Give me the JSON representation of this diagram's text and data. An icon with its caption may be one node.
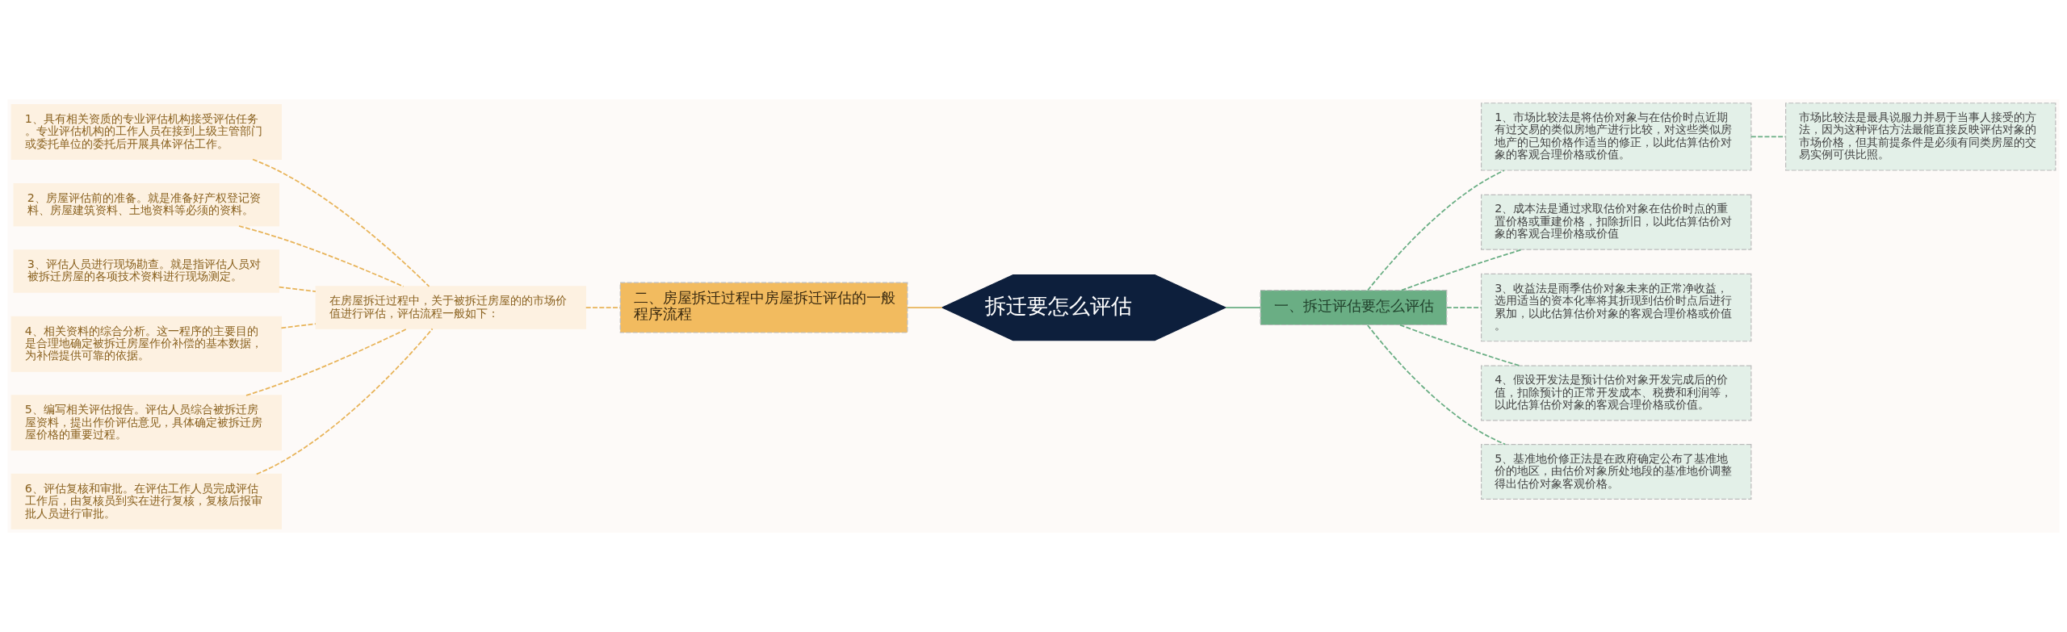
{
  "diagram": {
    "nodes": [
      {
        "text": [
          "拆迁要怎么评估"
        ]
      },
      {
        "text": [
          "一、拆迁评估要怎么评估"
        ]
      },
      {
        "text": [
          "1、市场比较法是将估价对象与在估价时点近期有过交易的类似房地产进行比较，对这些类似房地产的已知价格作适当的修正，以此估算估价对象的客观合理价格或价值。"
        ]
      },
      {
        "text": [
          "2、成本法是通过求取估价对象在估价时点的重置价格或重建价格，扣除折旧，以此估算估价对象的客观合理价格或价值"
        ]
      },
      {
        "text": [
          "3、收益法是雨季估价对象未来的正常净收益，选用适当的资本化率将其折现到估价时点后进行累加，以此估算估价对象的客观合理价格或价值。"
        ]
      },
      {
        "text": [
          "4、假设开发法是预计估价对象开发完成后的价值，扣除预计的正常开发成本、税费和利润等，以此估算估价对象的客观合理价格或价值。"
        ]
      },
      {
        "text": [
          "5、基准地价修正法是在政府确定公布了基准地价的地区，由估价对象所处地段的基准地价调整得出估价对象客观价格。"
        ]
      },
      {
        "text": [
          "市场比较法是最具说服力并易于当事人接受的方法，因为这种评估方法最能直接反映评估对象的市场价格，但其前提条件是必须有同类房屋的交易实例可供比照。"
        ]
      },
      {
        "text": [
          "二、房屋拆迁过程中房屋拆迁评估的一般程序流程"
        ]
      },
      {
        "text": [
          "在房屋拆迁过程中，关于被拆迁房屋的的市场价值进行评估，评估流程一般如下："
        ]
      },
      {
        "text": [
          "1、具有相关资质的专业评估机构接受评估任务。专业评估机构的工作人员在接到上级主管部门或委托单位的委托后开展具体评估工作。"
        ]
      },
      {
        "text": [
          "2、房屋评估前的准备。就是准备好产权登记资料、房屋建筑资料、土地资料等必须的资料。"
        ]
      },
      {
        "text": [
          "3、评估人员进行现场勘查。就是指评估人员对被拆迁房屋的各项技术资料进行现场测定。"
        ]
      },
      {
        "text": [
          "4、相关资料的综合分析。这一程序的主要目的是合理地确定被拆迁房屋作价补偿的基本数据，为补偿提供可靠的依据。"
        ]
      },
      {
        "text": [
          "5、编写相关评估报告。评估人员综合被拆迁房屋资料，提出作价评估意见，具体确定被拆迁房屋价格的重要过程。"
        ]
      },
      {
        "text": [
          "6、评估复核和审批。在评估工作人员完成评估工作后，由复核员到实在进行复核，复核后报审批人员进行审批。"
        ]
      }
    ],
    "edges": [
      {
        "from": 0,
        "to": 1,
        "arrow": "none",
        "color": "#6aae84"
      },
      {
        "from": 1,
        "to": 2,
        "arrow": "none",
        "style": "dashed",
        "color": "#6aae84"
      },
      {
        "from": 1,
        "to": 3,
        "arrow": "none",
        "style": "dashed",
        "color": "#6aae84"
      },
      {
        "from": 1,
        "to": 4,
        "arrow": "none",
        "style": "dashed",
        "color": "#6aae84"
      },
      {
        "from": 1,
        "to": 5,
        "arrow": "none",
        "style": "dashed",
        "color": "#6aae84"
      },
      {
        "from": 1,
        "to": 6,
        "arrow": "none",
        "style": "dashed",
        "color": "#6aae84"
      },
      {
        "from": 2,
        "to": 7,
        "arrow": "none",
        "style": "dashed",
        "color": "#6aae84"
      },
      {
        "from": 0,
        "to": 8,
        "arrow": "none"
      },
      {
        "from": 8,
        "to": 9,
        "arrow": "none",
        "style": "dashed"
      },
      {
        "from": 9,
        "to": 10,
        "arrow": "none",
        "style": "dashed"
      },
      {
        "from": 9,
        "to": 11,
        "arrow": "none",
        "style": "dashed"
      },
      {
        "from": 9,
        "to": 12,
        "arrow": "none",
        "style": "dashed"
      },
      {
        "from": 9,
        "to": 13,
        "arrow": "none",
        "style": "dashed"
      },
      {
        "from": 9,
        "to": 14,
        "arrow": "none",
        "style": "dashed"
      },
      {
        "from": 9,
        "to": 15,
        "arrow": "none",
        "style": "dashed"
      }
    ]
  }
}
